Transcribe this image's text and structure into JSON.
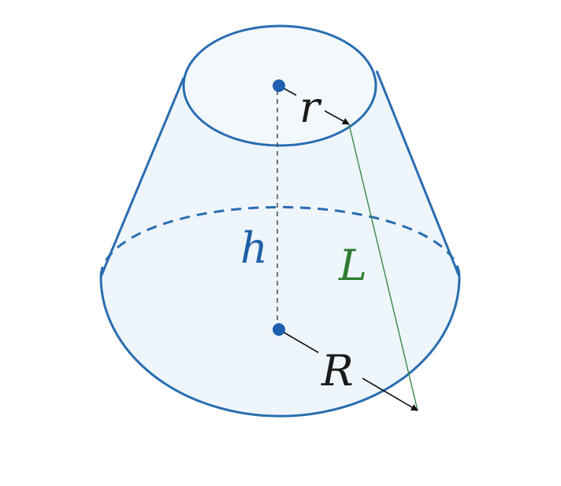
{
  "diagram": {
    "labels": {
      "top_radius": "r",
      "height": "h",
      "slant_height": "L",
      "bottom_radius": "R"
    },
    "colors": {
      "outline": "#2a6db0",
      "fill": "#eef5fb",
      "top_fill": "#f3f8fc",
      "center_dot": "#1f5fb0",
      "height_label": "#1f5fa8",
      "slant_line": "#3b8a4a",
      "slant_label": "#2e7d32",
      "radius_label": "#1a1a1a",
      "axis_dashes": "#555555",
      "arrow": "#111111",
      "background": "#ffffff"
    }
  }
}
